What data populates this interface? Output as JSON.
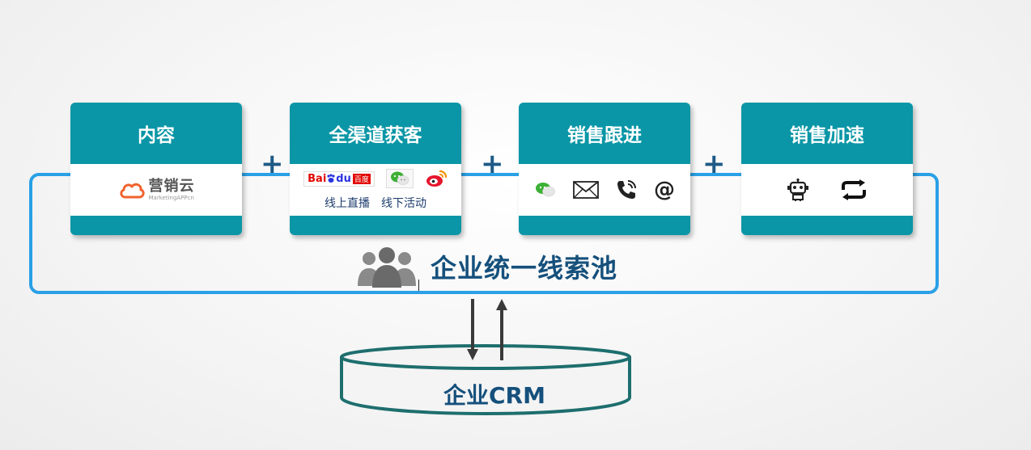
{
  "steps": [
    {
      "title": "内容",
      "logo_cn": "营销云",
      "logo_en": "MarketingAPPcn"
    },
    {
      "title": "全渠道获客",
      "baidu_a": "Bai",
      "baidu_b": "du",
      "baidu_c": "百度",
      "labels": [
        "线上直播",
        "线下活动"
      ]
    },
    {
      "title": "销售跟进",
      "at_symbol": "@"
    },
    {
      "title": "销售加速"
    }
  ],
  "plus_sign": "+",
  "pool": {
    "title": "企业统一线索池"
  },
  "crm": {
    "label": "企业CRM"
  },
  "colors": {
    "card": "#0a96a6",
    "frame": "#2aa0e6",
    "text_dark": "#15507c",
    "cylinder": "#1e6e6e"
  }
}
